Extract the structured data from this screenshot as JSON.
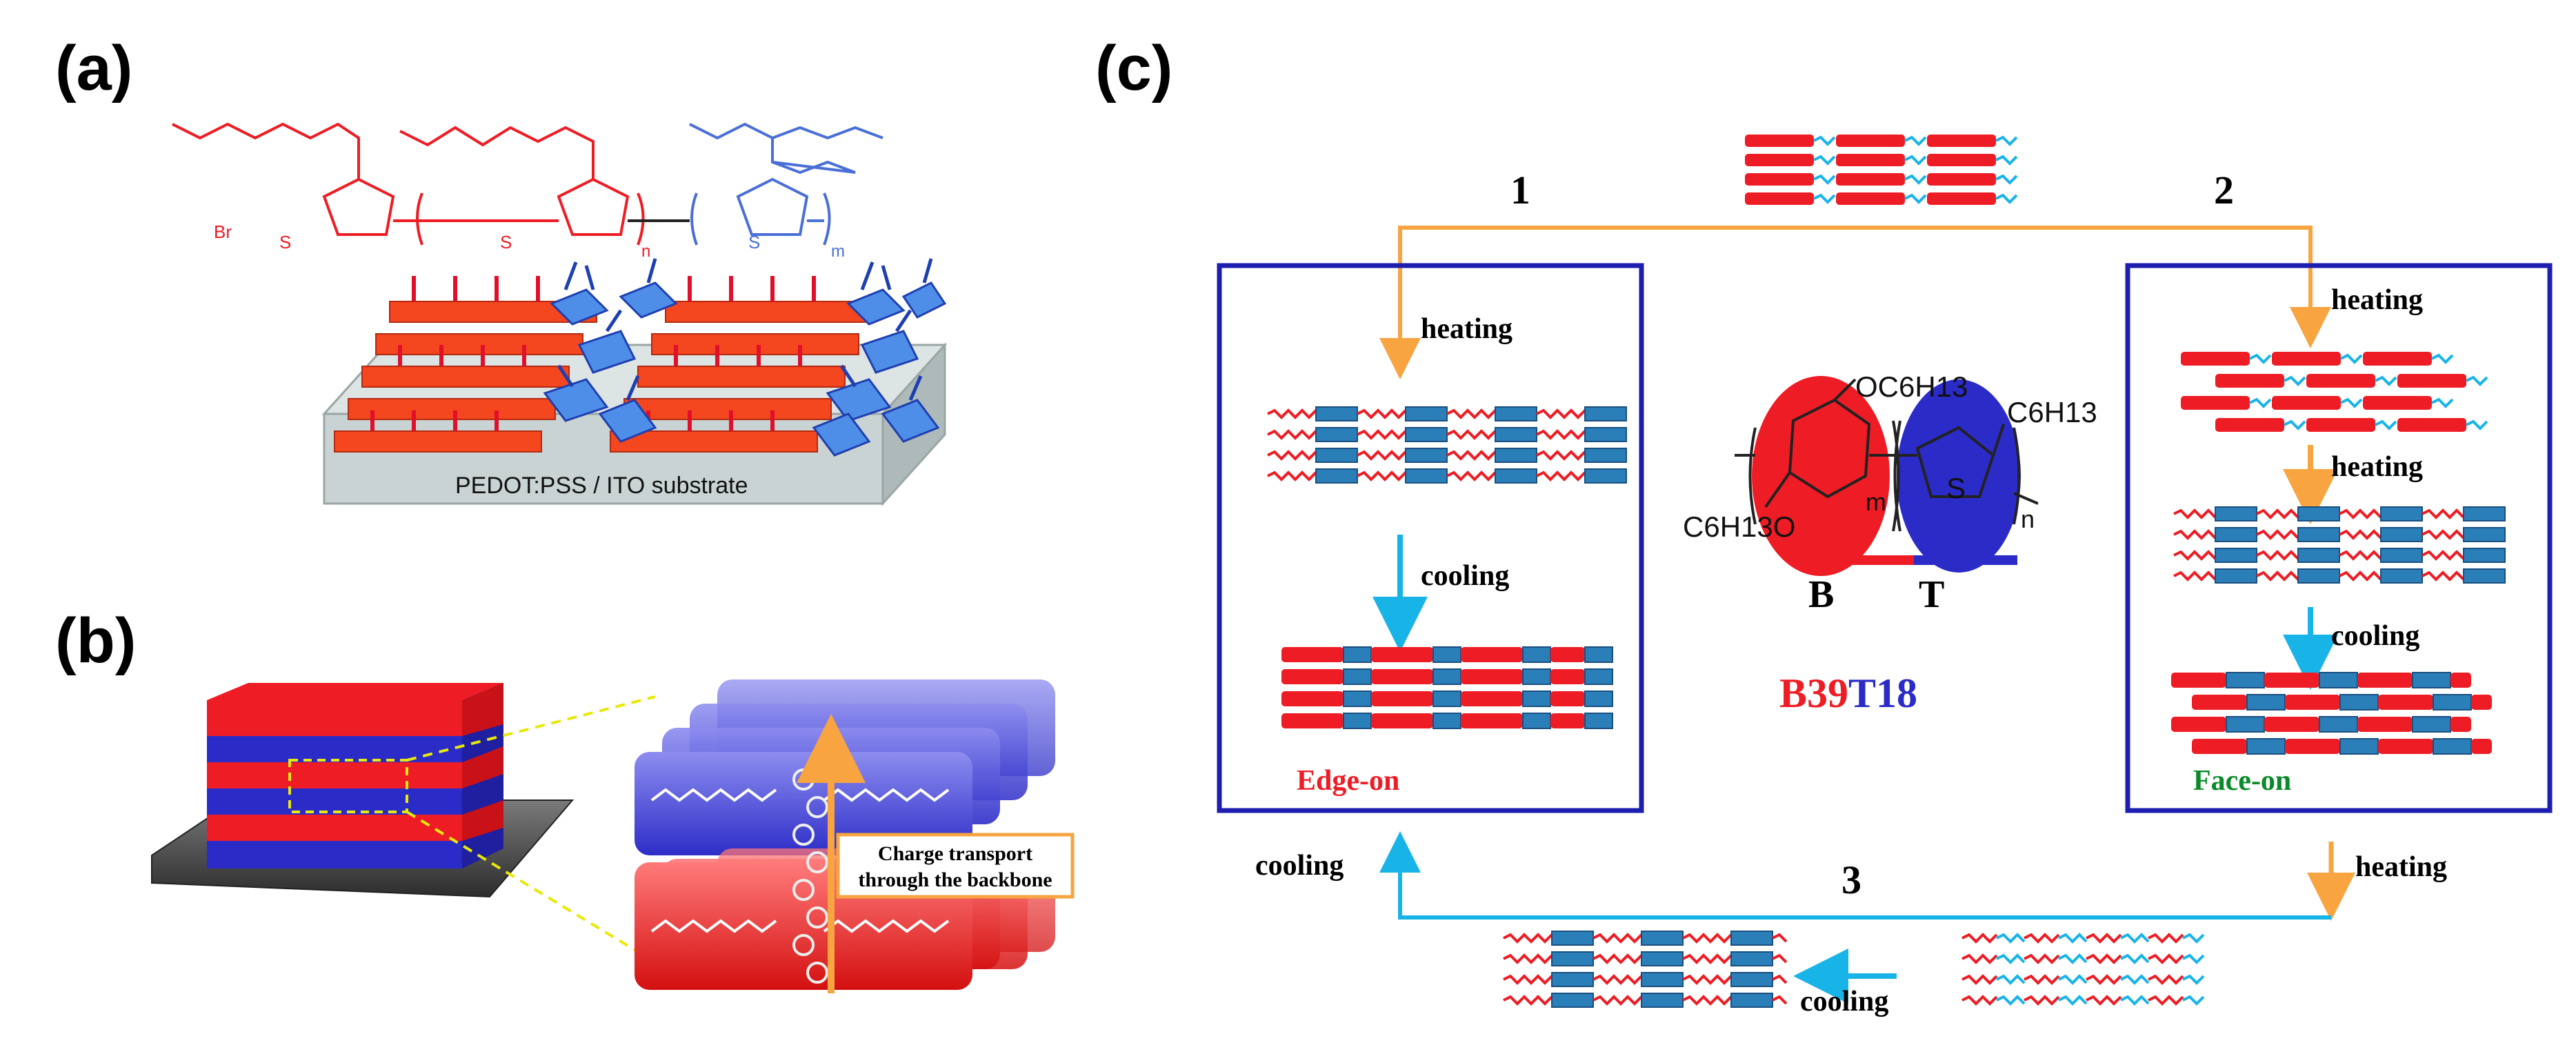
{
  "panels": {
    "a": {
      "label": "(a)",
      "substrate_label": "PEDOT:PSS / ITO substrate",
      "chem": {
        "br": "Br",
        "s": "S",
        "n": "n",
        "m": "m"
      }
    },
    "b": {
      "label": "(b)",
      "charge_text": [
        "Charge transport",
        "through the backbone"
      ]
    },
    "c": {
      "label": "(c)",
      "path_numbers": [
        "1",
        "2",
        "3"
      ],
      "left_box": {
        "heating": "heating",
        "cooling": "cooling",
        "orientation": "Edge-on"
      },
      "right_box": {
        "heating1": "heating",
        "heating2": "heating",
        "cooling": "cooling",
        "orientation": "Face-on"
      },
      "outer": {
        "cooling_left": "cooling",
        "heating_right": "heating",
        "cooling_bottom": "cooling"
      },
      "center": {
        "oc6h13_top": "OC6H13",
        "c6h13_right": "C6H13",
        "c6h13o_left": "C6H13O",
        "s": "S",
        "m": "m",
        "n": "n",
        "block_b": "B",
        "block_t": "T",
        "name_b39": "B39",
        "name_t18": "T18"
      }
    }
  },
  "colors": {
    "red": "#ee1c24",
    "blue": "#2b2bd6",
    "orange": "#f7a441",
    "cyan": "#18b4e8",
    "navy": "#1d1db0",
    "teal_block": "#2a7fb8",
    "edge_on": "#ee1c24",
    "face_on": "#0a8a2a",
    "substrate": "#c9d3d3",
    "dark_plate": "#3f3f3f"
  }
}
